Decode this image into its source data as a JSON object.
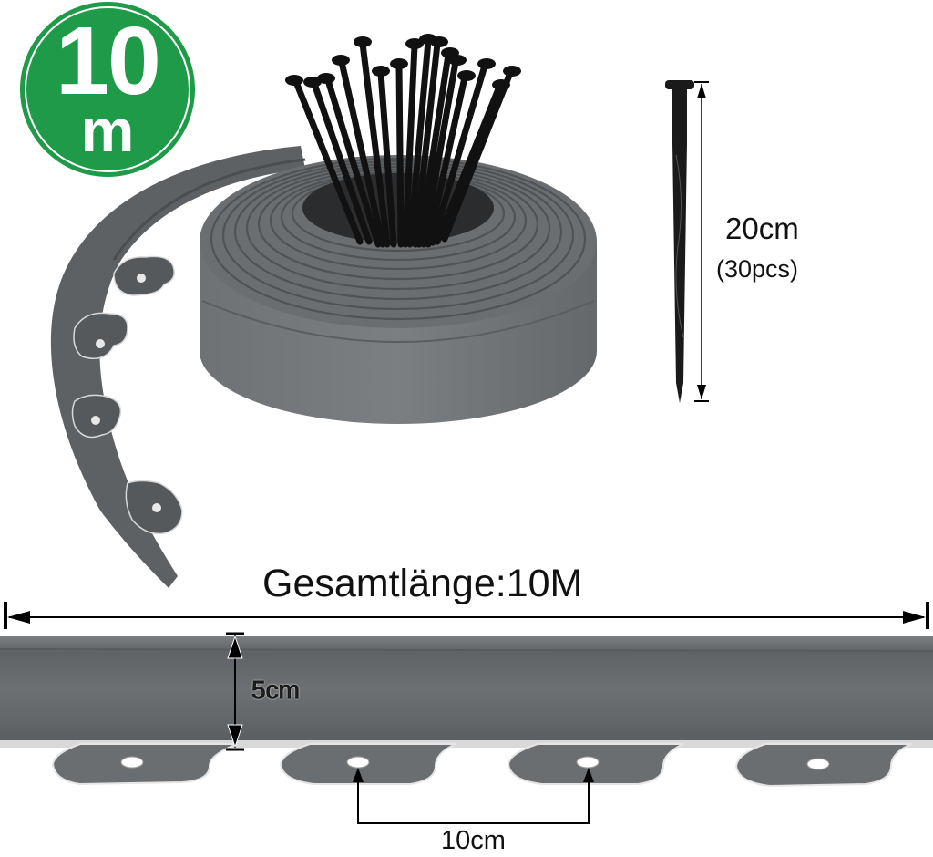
{
  "badge": {
    "number": "10",
    "unit": "m",
    "color": "#1f9a48"
  },
  "stake": {
    "length_label": "20cm",
    "quantity_label": "(30pcs)"
  },
  "strip": {
    "total_length_label": "Gesamtlänge:10M",
    "height_label": "5cm",
    "anchor_spacing_label": "10cm",
    "color": "#6b6f72"
  }
}
